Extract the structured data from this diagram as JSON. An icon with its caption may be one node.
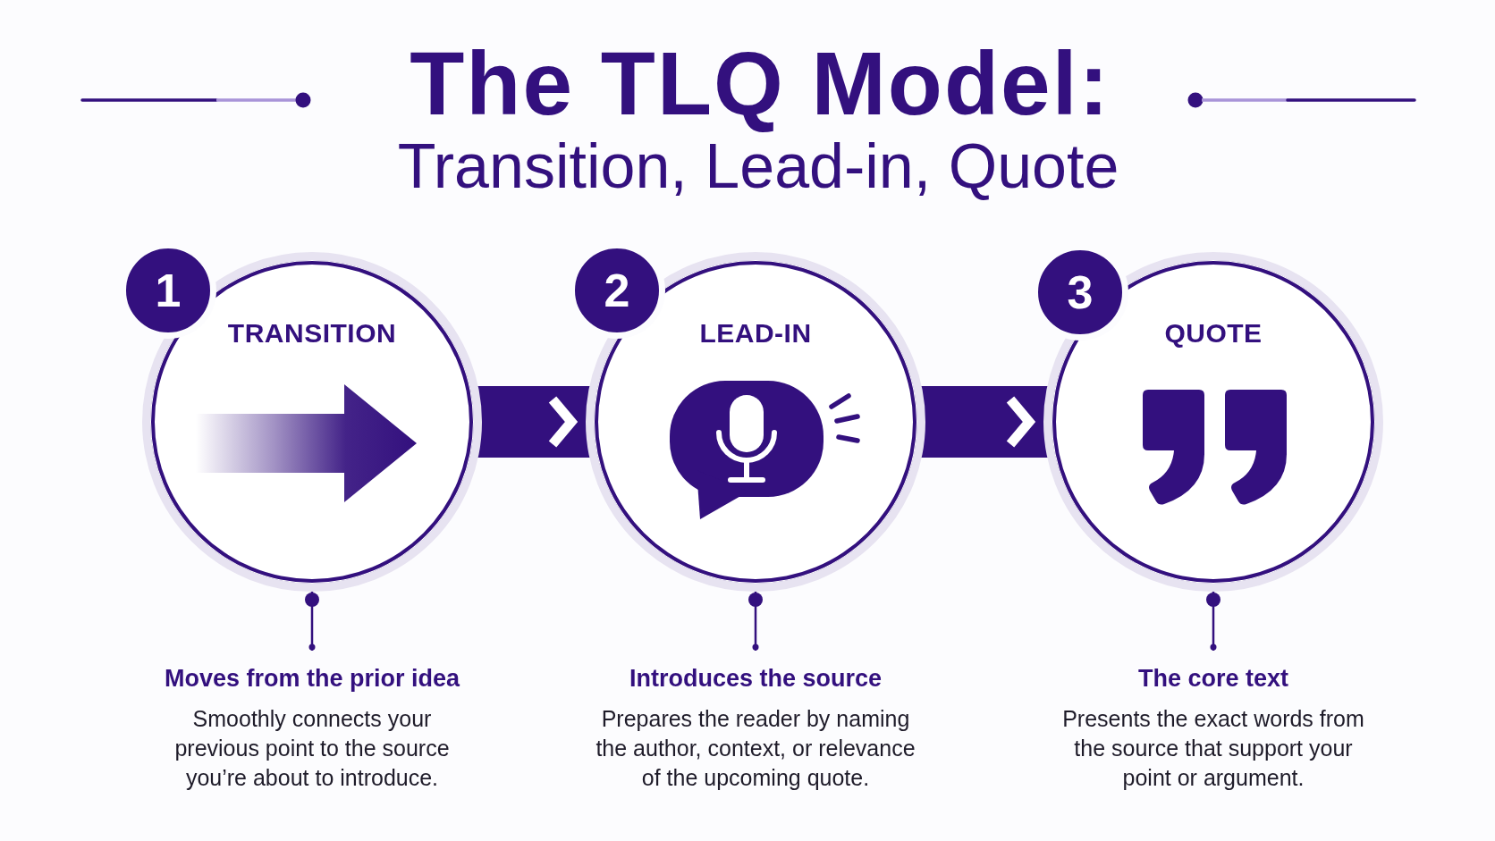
{
  "diagram": {
    "title": "The TLQ Model:",
    "nodes": [
      {
        "text": [
          "1"
        ]
      },
      {
        "text": [
          "TRANSITION"
        ]
      },
      {
        "text": [
          "2"
        ]
      },
      {
        "text": [
          "LEAD-IN"
        ]
      },
      {
        "text": [
          "3"
        ]
      },
      {
        "text": [
          "QUOTE"
        ]
      },
      {
        "text": [
          "Moves from the prior idea",
          "Smoothly connects your previous point to the source you’re about to introduce."
        ]
      },
      {
        "text": [
          "Introduces the source",
          "Prepares the reader by naming the author, context, or relevance of the upcoming quote."
        ]
      },
      {
        "text": [
          "The core text",
          "Presents the exact words from the source that support your point or argument."
        ]
      }
    ],
    "edges": [
      {
        "from": 1,
        "to": 3,
        "arrow": "to",
        "style": "thick"
      },
      {
        "from": 3,
        "to": 5,
        "arrow": "to",
        "style": "thick"
      },
      {
        "from": 1,
        "to": 6,
        "arrow": "other"
      },
      {
        "from": 3,
        "to": 7,
        "arrow": "other"
      },
      {
        "from": 5,
        "to": 8,
        "arrow": "other"
      }
    ],
    "labels": [
      "Transition, Lead-in, Quote"
    ]
  }
}
